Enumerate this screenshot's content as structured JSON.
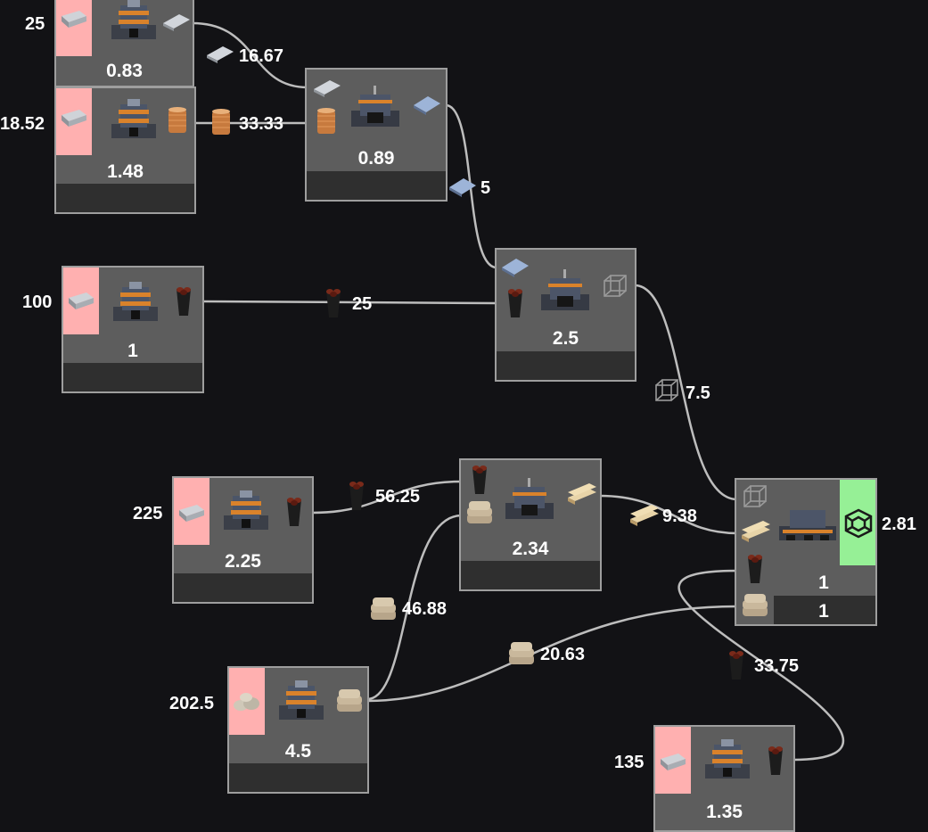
{
  "nodes": {
    "n1": {
      "rate": "0.83",
      "input_amount": "25"
    },
    "n2": {
      "rate": "1.48",
      "input_amount": "18.52"
    },
    "n3": {
      "rate": "0.89"
    },
    "n4": {
      "rate": "1",
      "input_amount": "100"
    },
    "n5": {
      "rate": "2.5"
    },
    "n6": {
      "rate": "2.25",
      "input_amount": "225"
    },
    "n7": {
      "rate": "2.34"
    },
    "n8": {
      "rate": "4.5",
      "input_amount": "202.5"
    },
    "n9": {
      "rate": "1",
      "rate2": "1",
      "output_amount": "2.81"
    },
    "n10": {
      "rate": "1.35",
      "input_amount": "135"
    }
  },
  "edges": {
    "e1": "16.67",
    "e2": "33.33",
    "e3": "5",
    "e4": "25",
    "e5": "7.5",
    "e6": "56.25",
    "e7": "9.38",
    "e8": "46.88",
    "e9": "20.63",
    "e10": "33.75"
  },
  "icons": [
    "ore-miner-icon",
    "refinery-machine-icon",
    "assembler-machine-icon",
    "plate-icon",
    "copper-wire-spool-icon",
    "blue-plate-icon",
    "frame-cube-icon",
    "carbon-tube-icon",
    "sandbag-icon",
    "wood-planks-icon",
    "rock-icon",
    "ore-bar-icon",
    "green-frame-icon"
  ],
  "colors": {
    "background": "#121215",
    "node": "#5d5d5d",
    "node_border": "#9e9e9e",
    "source_pad": "#ffb0b0",
    "output_pad": "#96f096",
    "edge": "#bdbdbd"
  }
}
